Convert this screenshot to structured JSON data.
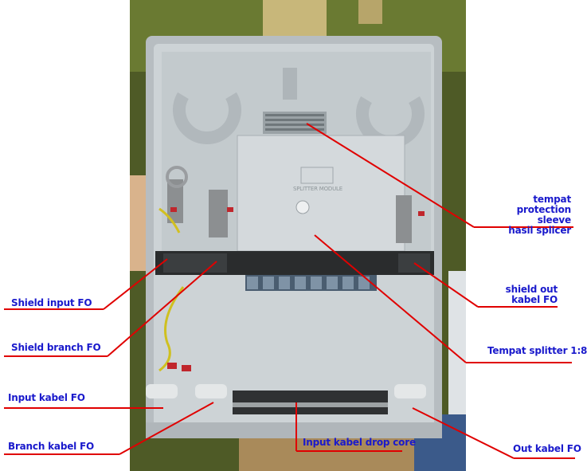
{
  "labels": {
    "tempat_protection": "tempat\nprotection sleeve\nhasil splicer",
    "shield_out": "shield out\nkabel FO",
    "shield_input": "Shield input FO",
    "tempat_splitter": "Tempat splitter 1:8",
    "shield_branch": "Shield branch FO",
    "input_kabel": "Input kabel FO",
    "branch_kabel": "Branch kabel FO",
    "input_drop_core": "Input kabel drop core",
    "out_kabel": "Out kabel FO",
    "splitter_plate_text": "SPLITTER MODULE"
  },
  "colors": {
    "leader_line": "#e00000",
    "label_text": "#1a1acc",
    "box_body": "#c9cfd2",
    "grass": "#5a6b2a"
  }
}
